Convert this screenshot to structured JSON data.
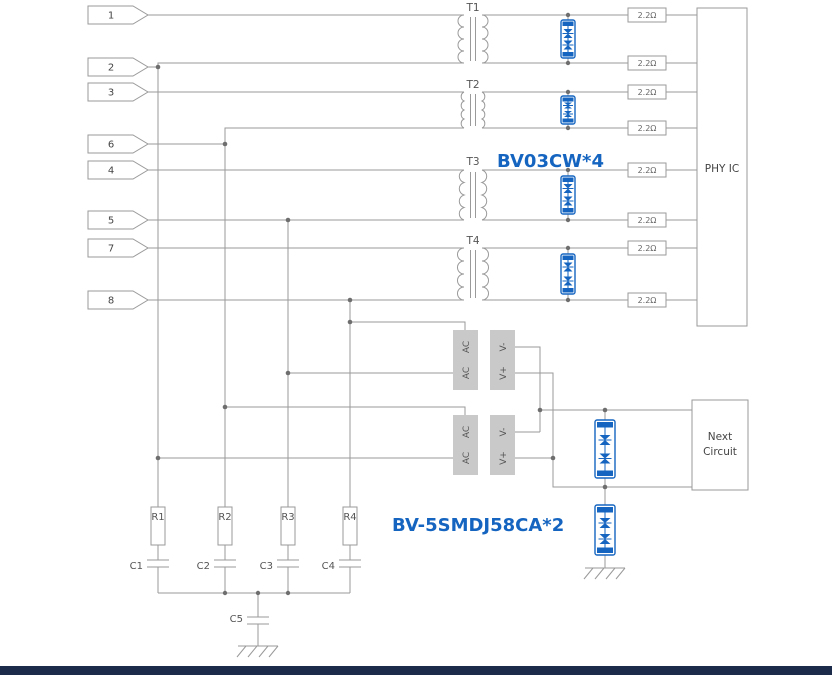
{
  "diagram": {
    "connectors": [
      "1",
      "2",
      "3",
      "6",
      "4",
      "5",
      "7",
      "8"
    ],
    "transformer_labels": [
      "T1",
      "T2",
      "T3",
      "T4"
    ],
    "series_resistor_value": "2.2Ω",
    "phy_label": "PHY IC",
    "esd_array_part": "BV03CW*4",
    "tvs_part": "BV-5SMDJ58CA*2",
    "bridge_pins": [
      "AC",
      "AC",
      "V-",
      "V+"
    ],
    "next_circuit": {
      "line1": "Next",
      "line2": "Circuit"
    },
    "termination": {
      "resistors": [
        "R1",
        "R2",
        "R3",
        "R4"
      ],
      "capacitors": [
        "C1",
        "C2",
        "C3",
        "C4"
      ],
      "common_capacitor": "C5"
    },
    "colors": {
      "accent_blue": "#1565c0",
      "wire_gray": "#9a9a9a",
      "block_gray": "#c9c9c9",
      "footer_navy": "#1c2b4a"
    }
  }
}
